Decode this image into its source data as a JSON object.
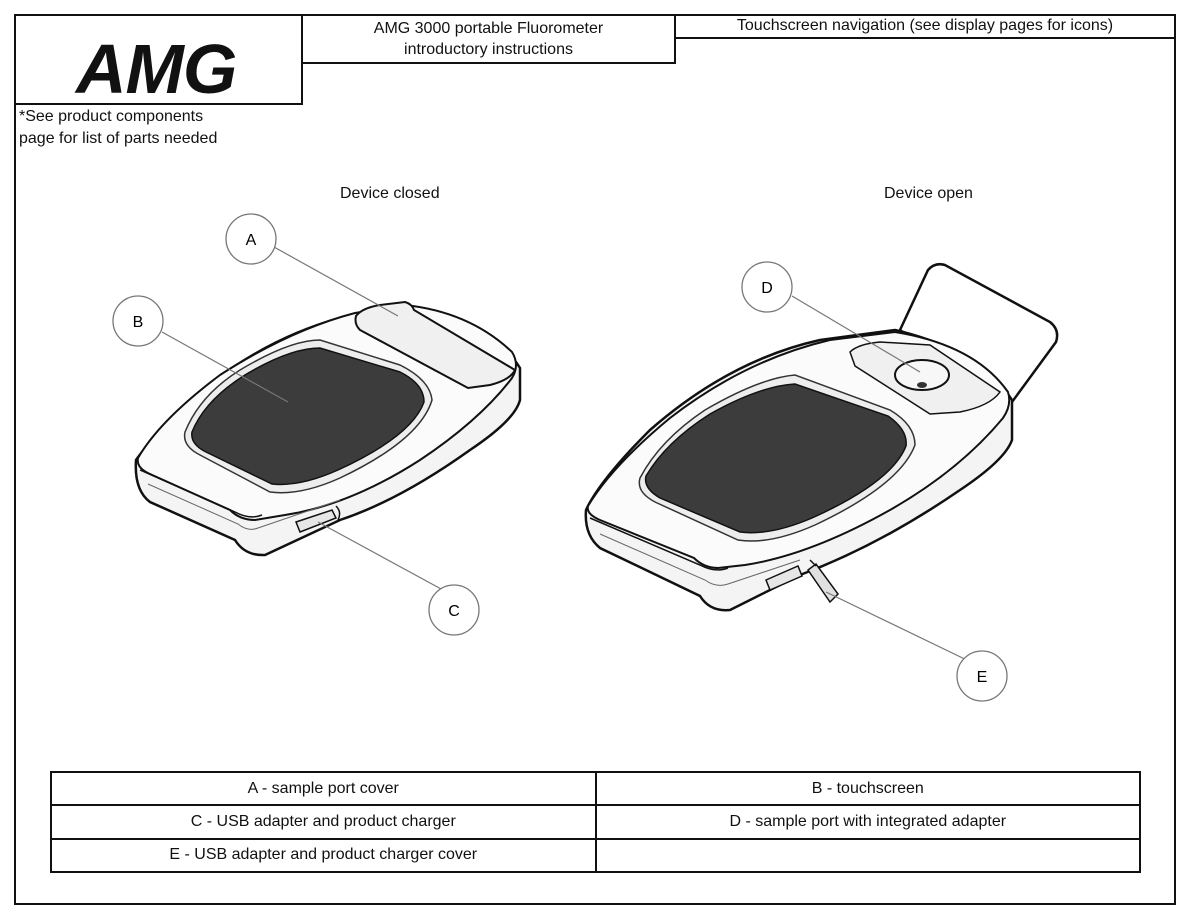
{
  "header": {
    "logo_text": "AMG",
    "title_line1": "AMG 3000 portable Fluorometer",
    "title_line2": "introductory instructions",
    "nav_text": "Touchscreen navigation (see display pages for icons)"
  },
  "note": {
    "line1": "*See product components",
    "line2": "page for list of parts needed"
  },
  "figures": {
    "closed_caption": "Device closed",
    "open_caption": "Device open"
  },
  "callouts": {
    "A": "A",
    "B": "B",
    "C": "C",
    "D": "D",
    "E": "E"
  },
  "legend": {
    "rows": [
      [
        "A - sample port cover",
        "B - touchscreen"
      ],
      [
        "C - USB adapter and product charger",
        "D - sample port with integrated adapter"
      ],
      [
        "E - USB adapter and product charger cover",
        ""
      ]
    ]
  }
}
